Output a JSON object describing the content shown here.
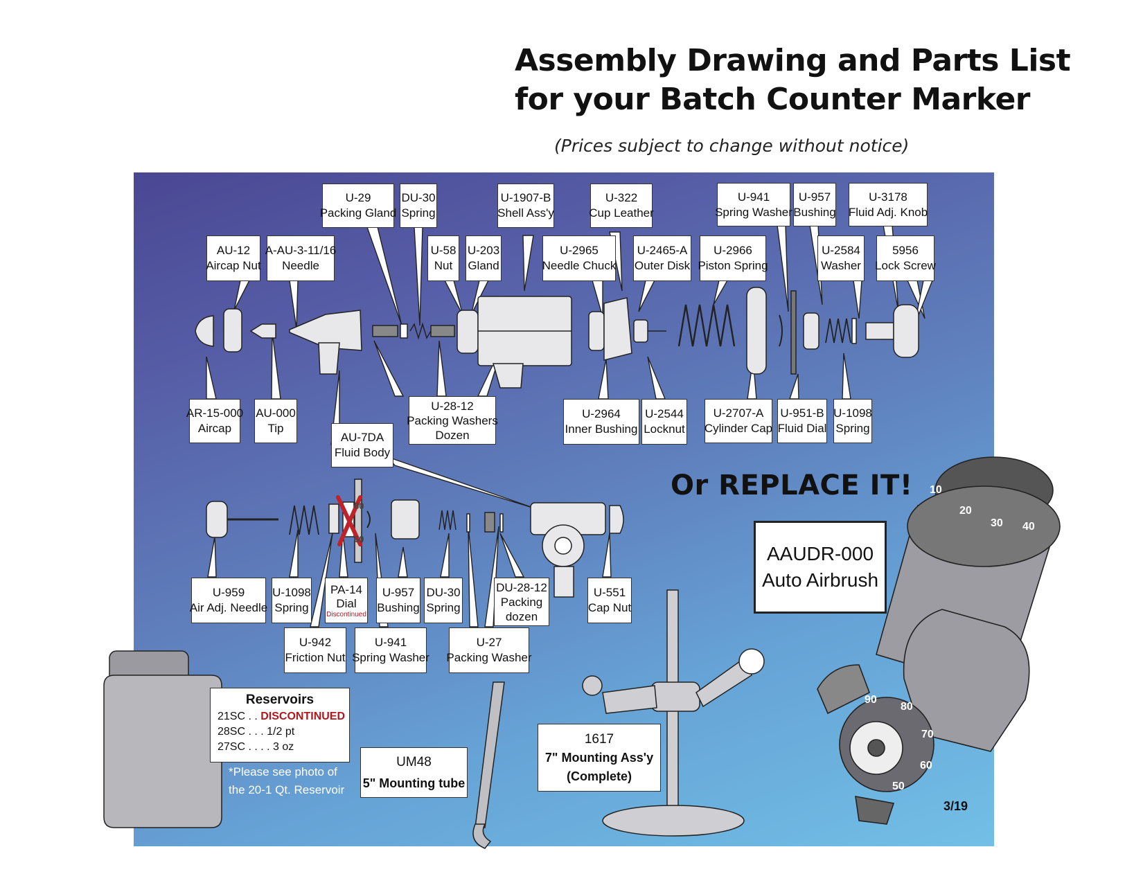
{
  "header": {
    "title_line1": "Assembly Drawing and Parts List",
    "title_line2": "for your Batch Counter Marker",
    "subtitle": "(Prices subject to change without notice)"
  },
  "parts_top": [
    {
      "part": "U-29",
      "desc": "Packing Gland"
    },
    {
      "part": "DU-30",
      "desc": "Spring"
    },
    {
      "part": "U-1907-B",
      "desc": "Shell Ass'y"
    },
    {
      "part": "U-322",
      "desc": "Cup Leather"
    },
    {
      "part": "U-941",
      "desc": "Spring Washer"
    },
    {
      "part": "U-957",
      "desc": "Bushing"
    },
    {
      "part": "U-3178",
      "desc": "Fluid Adj. Knob"
    },
    {
      "part": "AU-12",
      "desc": "Aircap Nut"
    },
    {
      "part": "A-AU-3-11/16",
      "desc": "Needle"
    },
    {
      "part": "U-58",
      "desc": "Nut"
    },
    {
      "part": "U-203",
      "desc": "Gland"
    },
    {
      "part": "U-2965",
      "desc": "Needle Chuck"
    },
    {
      "part": "U-2465-A",
      "desc": "Outer Disk"
    },
    {
      "part": "U-2966",
      "desc": "Piston Spring"
    },
    {
      "part": "U-2584",
      "desc": "Washer"
    },
    {
      "part": "5956",
      "desc": "Lock Screw"
    },
    {
      "part": "AR-15-000",
      "desc": "Aircap"
    },
    {
      "part": "AU-000",
      "desc": "Tip"
    },
    {
      "part": "U-28-12",
      "desc": "Packing Washers",
      "extra": "Dozen"
    },
    {
      "part": "U-2964",
      "desc": "Inner Bushing"
    },
    {
      "part": "U-2544",
      "desc": "Locknut"
    },
    {
      "part": "U-2707-A",
      "desc": "Cylinder Cap"
    },
    {
      "part": "U-951-B",
      "desc": "Fluid Dial"
    },
    {
      "part": "U-1098",
      "desc": "Spring"
    },
    {
      "part": "AU-7DA",
      "desc": "Fluid Body"
    }
  ],
  "parts_bottom": [
    {
      "part": "U-959",
      "desc": "Air Adj. Needle"
    },
    {
      "part": "U-1098",
      "desc": "Spring"
    },
    {
      "part": "PA-14",
      "desc": "Dial",
      "note": "Discontinued"
    },
    {
      "part": "U-957",
      "desc": "Bushing"
    },
    {
      "part": "DU-30",
      "desc": "Spring"
    },
    {
      "part": "DU-28-12",
      "desc": "Packing",
      "extra": "dozen"
    },
    {
      "part": "U-551",
      "desc": "Cap Nut"
    },
    {
      "part": "U-942",
      "desc": "Friction Nut"
    },
    {
      "part": "U-941",
      "desc": "Spring Washer"
    },
    {
      "part": "U-27",
      "desc": "Packing Washer"
    }
  ],
  "replace": {
    "heading": "Or  REPLACE  IT!",
    "part": "AAUDR-000",
    "desc": "Auto Airbrush",
    "dial_top": [
      "10",
      "20",
      "30",
      "40"
    ],
    "dial_bottom": [
      "90",
      "80",
      "70",
      "60",
      "50"
    ]
  },
  "reservoirs": {
    "heading": "Reservoirs",
    "rows": [
      {
        "code": "21SC . . ",
        "value": "DISCONTINUED"
      },
      {
        "code": "28SC . . . ",
        "value": "1/2 pt"
      },
      {
        "code": "27SC . . . . ",
        "value": "3 oz"
      }
    ],
    "note_line1": "*Please see photo of",
    "note_line2": "the 20-1 Qt. Reservoir"
  },
  "mounting_tube": {
    "part": "UM48",
    "desc": "5\" Mounting tube"
  },
  "mounting_assy": {
    "part": "1617",
    "desc": "7\" Mounting Ass'y",
    "extra": "(Complete)"
  },
  "dial_marks": {
    "upper": "80",
    "lower": "60"
  },
  "revision": "3/19",
  "colors": {
    "panel_top": "#4a4793",
    "panel_bottom": "#72bfe6",
    "discontinued": "#b3171e"
  }
}
